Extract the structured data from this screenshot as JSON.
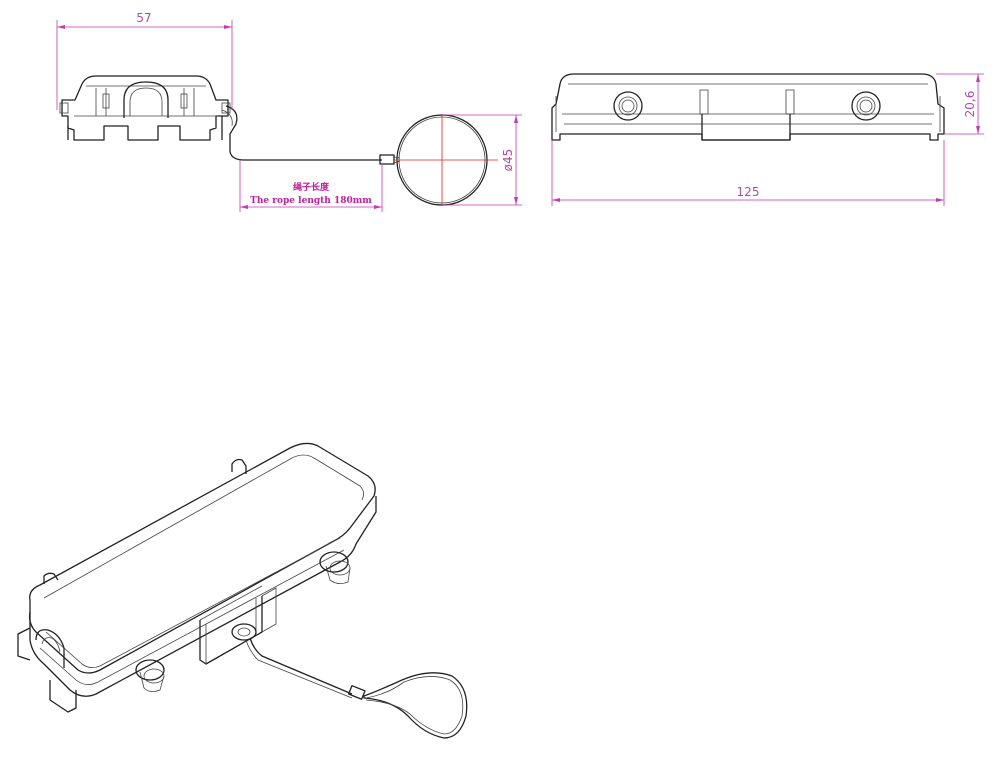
{
  "dimensions": {
    "width_front": "57",
    "length_side": "125",
    "height_side": "20,6",
    "loop_diameter": "ø45"
  },
  "rope": {
    "label_cn": "绳子长度",
    "label_en": "The rope length 180mm"
  },
  "colors": {
    "dimension": "#c23ab5",
    "centerline": "#e02020",
    "outline": "#222222"
  }
}
